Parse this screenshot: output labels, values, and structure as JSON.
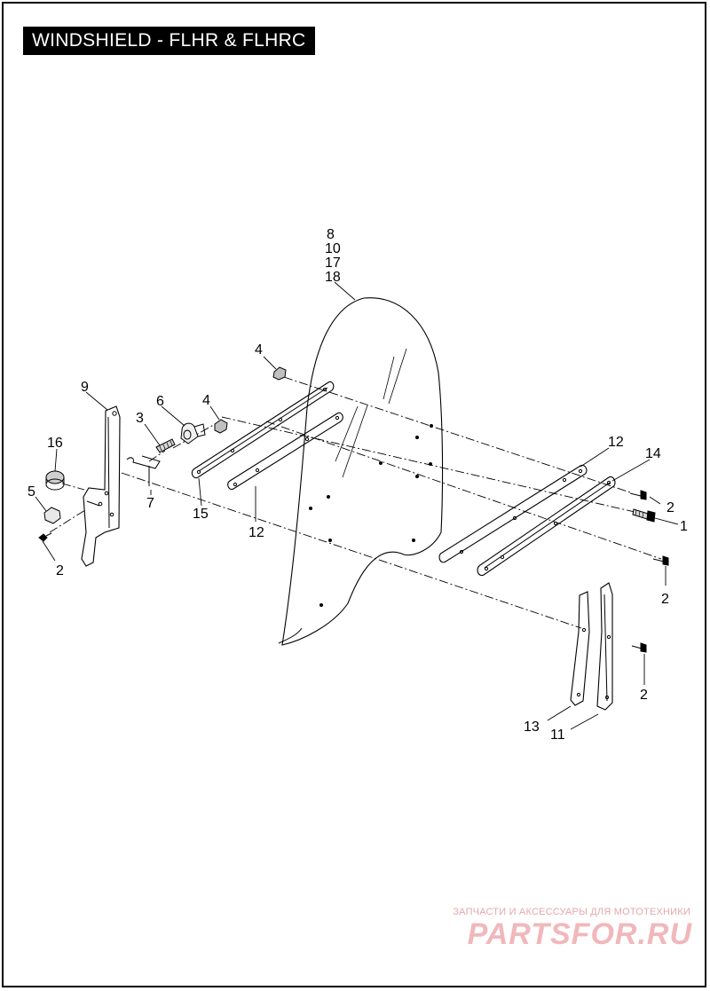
{
  "title": "WINDSHIELD - FLHR & FLHRC",
  "callouts": {
    "c1": "1",
    "c2a": "2",
    "c2b": "2",
    "c2c": "2",
    "c2d": "2",
    "c3": "3",
    "c4a": "4",
    "c4b": "4",
    "c5": "5",
    "c6": "6",
    "c7": "7",
    "c8": "8",
    "c10": "10",
    "c17": "17",
    "c18": "18",
    "c9": "9",
    "c11": "11",
    "c12a": "12",
    "c12b": "12",
    "c13": "13",
    "c14": "14",
    "c15": "15",
    "c16": "16"
  },
  "watermark": {
    "tagline": "ЗАПЧАСТИ И АКСЕССУАРЫ ДЛЯ МОТОТЕХНИКИ",
    "logo": "PARTSFOR.RU"
  }
}
